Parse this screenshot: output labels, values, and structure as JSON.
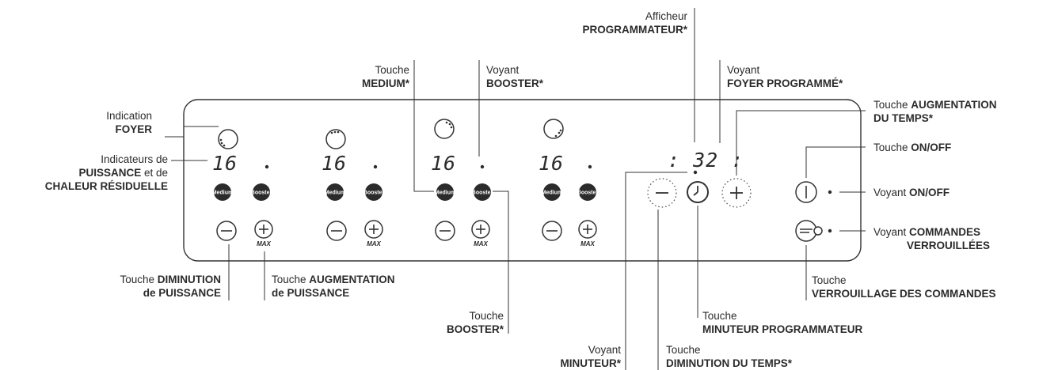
{
  "panel": {
    "zones": [
      {
        "display": "16",
        "medium_label": "Medium",
        "booster_label": "Booster",
        "max_label": "MAX"
      },
      {
        "display": "16",
        "medium_label": "Medium",
        "booster_label": "Booster",
        "max_label": "MAX"
      },
      {
        "display": "16",
        "medium_label": "Medium",
        "booster_label": "Booster",
        "max_label": "MAX"
      },
      {
        "display": "16",
        "medium_label": "Medium",
        "booster_label": "Booster",
        "max_label": "MAX"
      }
    ],
    "timer_display": ": 32 :"
  },
  "labels": {
    "foyer": {
      "l1": "Indication",
      "l2b": "FOYER"
    },
    "puissance": {
      "l1": "Indicateurs de",
      "l2b": "PUISSANCE",
      "l2": " et de",
      "l3b": "CHALEUR RÉSIDUELLE"
    },
    "diminution_puissance": {
      "l1": "Touche ",
      "l1b": "DIMINUTION",
      "l2b": "de PUISSANCE"
    },
    "augmentation_puissance": {
      "l1": "Touche ",
      "l1b": "AUGMENTATION",
      "l2b": "de PUISSANCE"
    },
    "medium": {
      "l1": "Touche",
      "l2b": "MEDIUM*"
    },
    "voyant_booster": {
      "l1": "Voyant",
      "l2b": "BOOSTER*"
    },
    "touche_booster": {
      "l1": "Touche",
      "l2b": "BOOSTER*"
    },
    "afficheur": {
      "l1": "Afficheur",
      "l2b": "PROGRAMMATEUR*"
    },
    "foyer_programme": {
      "l1": "Voyant",
      "l2b": "FOYER PROGRAMMÉ*"
    },
    "augmentation_temps": {
      "l1": "Touche ",
      "l1b": "AUGMENTATION",
      "l2b": "DU TEMPS*"
    },
    "onoff_touch": {
      "l1": "Touche ",
      "l1b": "ON/OFF"
    },
    "onoff_voyant": {
      "l1": "Voyant ",
      "l1b": "ON/OFF"
    },
    "commandes_verrouillees": {
      "l1": "Voyant ",
      "l1b": "COMMANDES",
      "l2b": "VERROUILLÉES"
    },
    "verrouillage": {
      "l1": "Touche",
      "l2b": "VERROUILLAGE DES COMMANDES"
    },
    "minuteur_programmateur": {
      "l1": "Touche",
      "l2b": "MINUTEUR PROGRAMMATEUR"
    },
    "voyant_minuteur": {
      "l1": "Voyant",
      "l2b": "MINUTEUR*"
    },
    "diminution_temps": {
      "l1": "Touche",
      "l2b": "DIMINUTION DU TEMPS*"
    }
  }
}
